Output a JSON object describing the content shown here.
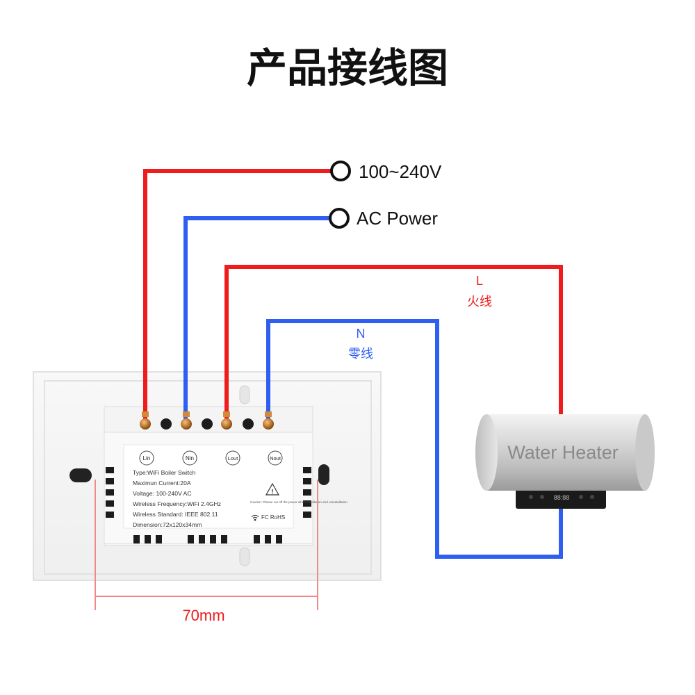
{
  "title": "产品接线图",
  "power": {
    "voltage_label": "100~240V",
    "ac_label": "AC Power"
  },
  "wires": {
    "live_letter": "L",
    "live_cn": "火线",
    "neutral_letter": "N",
    "neutral_cn": "零线",
    "live_color": "#ee1c1c",
    "neutral_color": "#2f5ff0"
  },
  "switch": {
    "terminals": [
      "Lin",
      "Nin",
      "Lout",
      "Nout"
    ],
    "specs": [
      "Type:WiFi Boiler Switch",
      "Maximun Current:20A",
      "Voltage: 100-240V AC",
      "Wireless Frequency:WiFi 2.4GHz",
      "Wireless Standard: IEEE 802.11",
      "Dimension:72x120x34mm"
    ],
    "caution_text": "Caution: Please cut off the power when installation and uninstallation.",
    "cert_marks": "FC  RoHS"
  },
  "heater": {
    "label": "Water Heater",
    "display_text": "88:88"
  },
  "dimension": {
    "label": "70mm",
    "color": "#f08a8a"
  }
}
